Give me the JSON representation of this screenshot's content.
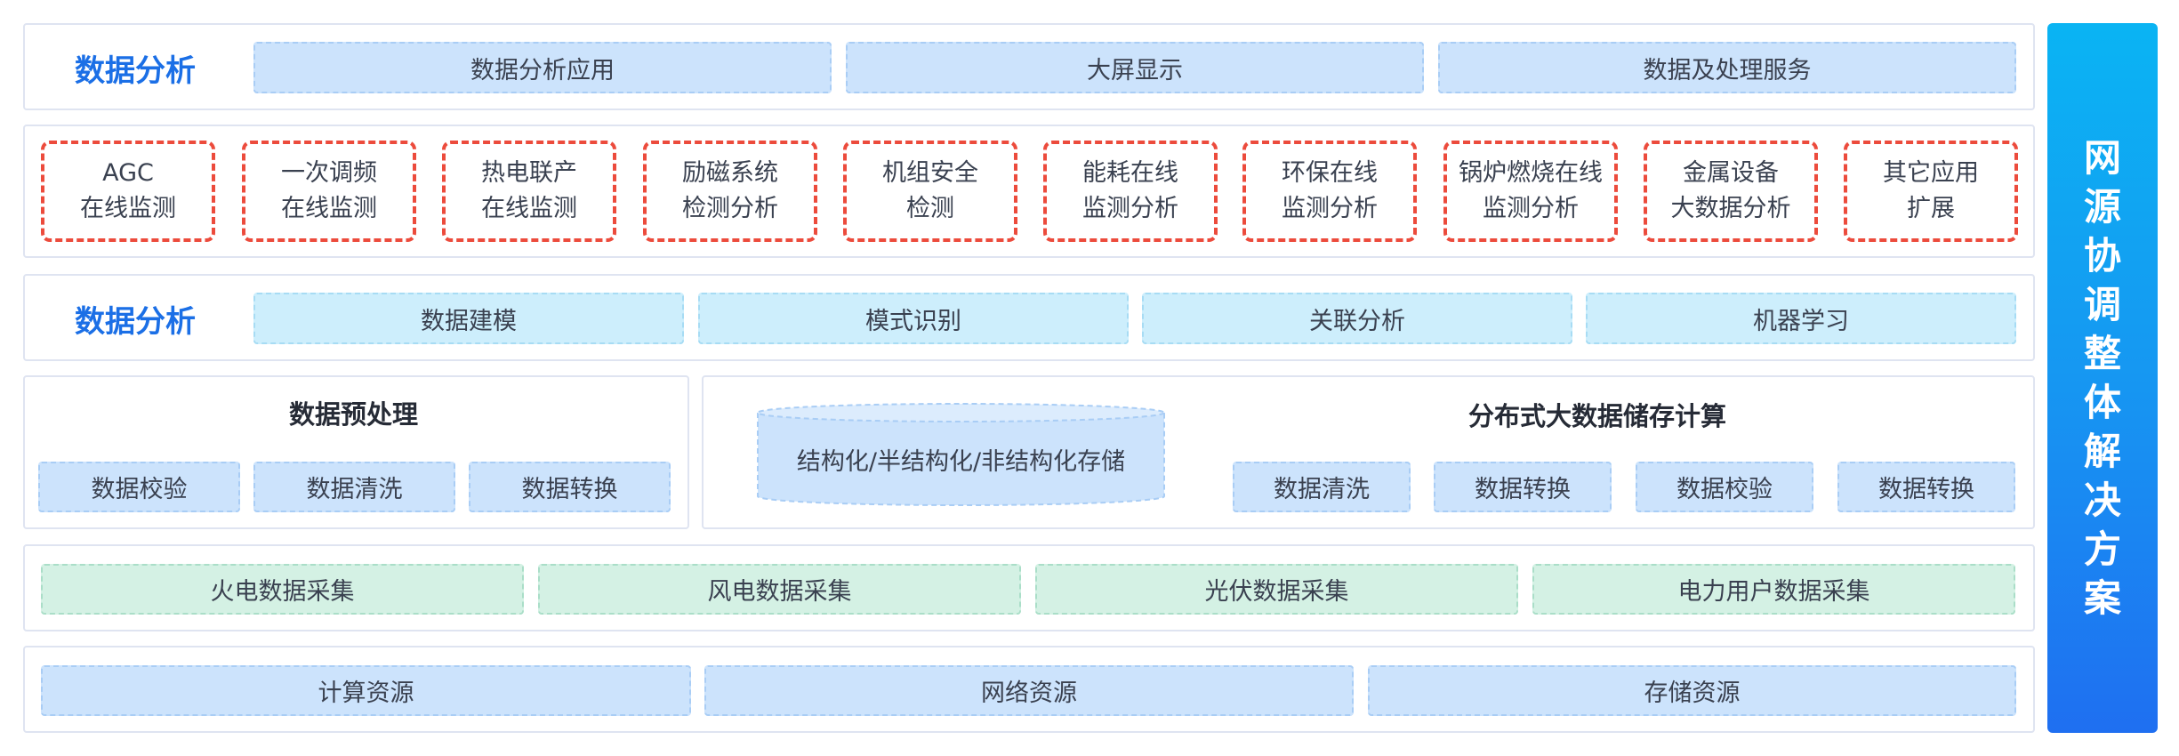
{
  "application_layer": {
    "title": "数据分析",
    "items": [
      "数据分析应用",
      "大屏显示",
      "数据及处理服务"
    ]
  },
  "modules": [
    {
      "line1": "AGC",
      "line2": "在线监测"
    },
    {
      "line1": "一次调频",
      "line2": "在线监测"
    },
    {
      "line1": "热电联产",
      "line2": "在线监测"
    },
    {
      "line1": "励磁系统",
      "line2": "检测分析"
    },
    {
      "line1": "机组安全",
      "line2": "检测"
    },
    {
      "line1": "能耗在线",
      "line2": "监测分析"
    },
    {
      "line1": "环保在线",
      "line2": "监测分析"
    },
    {
      "line1": "锅炉燃烧在线",
      "line2": "监测分析"
    },
    {
      "line1": "金属设备",
      "line2": "大数据分析"
    },
    {
      "line1": "其它应用",
      "line2": "扩展"
    }
  ],
  "analysis_layer": {
    "title": "数据分析",
    "items": [
      "数据建模",
      "模式识别",
      "关联分析",
      "机器学习"
    ]
  },
  "preprocessing": {
    "title": "数据预处理",
    "items": [
      "数据校验",
      "数据清洗",
      "数据转换"
    ]
  },
  "distributed": {
    "title": "分布式大数据储存计算",
    "storage_label": "结构化/半结构化/非结构化存储",
    "items": [
      "数据清洗",
      "数据转换",
      "数据校验",
      "数据转换"
    ]
  },
  "collection_layer": {
    "items": [
      "火电数据采集",
      "风电数据采集",
      "光伏数据采集",
      "电力用户数据采集"
    ]
  },
  "resource_layer": {
    "items": [
      "计算资源",
      "网络资源",
      "存储资源"
    ]
  },
  "side_banner": {
    "chars": [
      "网",
      "源",
      "协",
      "调",
      "整",
      "体",
      "解",
      "决",
      "方",
      "案"
    ]
  },
  "colors": {
    "accent_title": "#1b6fe6",
    "module_border": "#ec4b3c",
    "blue_box": "#cce3fc",
    "cyan_box": "#cdeefc",
    "green_box": "#d4f1e4",
    "banner_top": "#0ab4f3",
    "banner_bottom": "#1f6ff1"
  }
}
